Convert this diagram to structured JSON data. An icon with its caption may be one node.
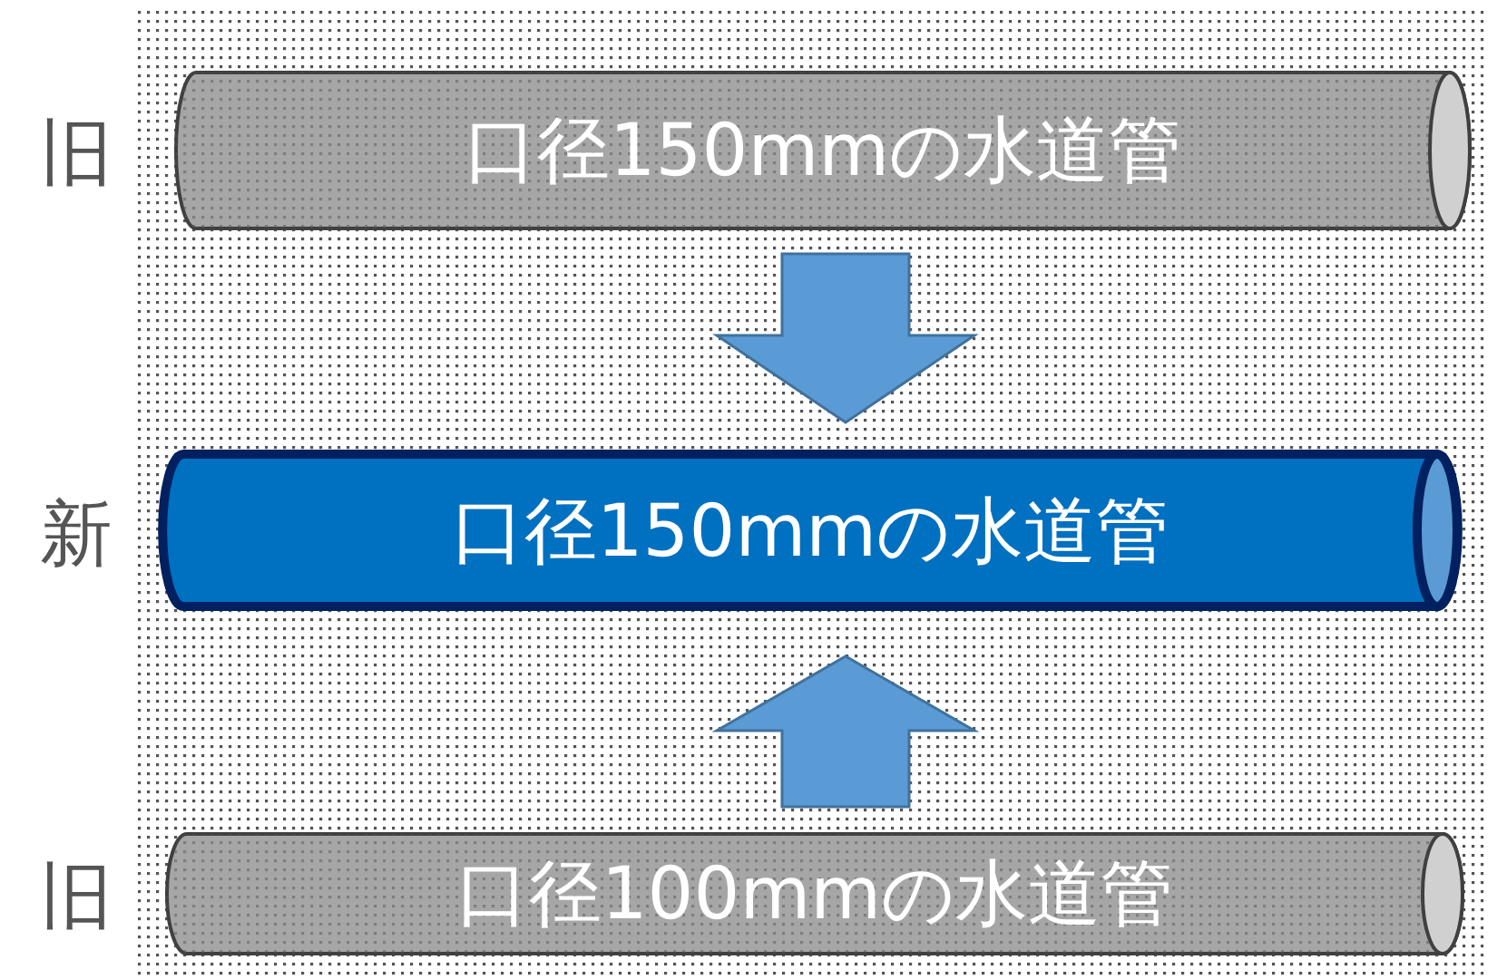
{
  "diagram": {
    "nodes": [
      {
        "text": [
          "口径150mmの水道管"
        ],
        "beside": [
          "旧"
        ]
      },
      {
        "text": [
          "口径150mmの水道管"
        ],
        "beside": [
          "新"
        ]
      },
      {
        "text": [
          "口径100mmの水道管"
        ],
        "beside": [
          "旧"
        ]
      }
    ],
    "edges": [
      {
        "from": 0,
        "to": 1,
        "arrow": "to"
      },
      {
        "from": 2,
        "to": 1,
        "arrow": "to"
      }
    ]
  }
}
